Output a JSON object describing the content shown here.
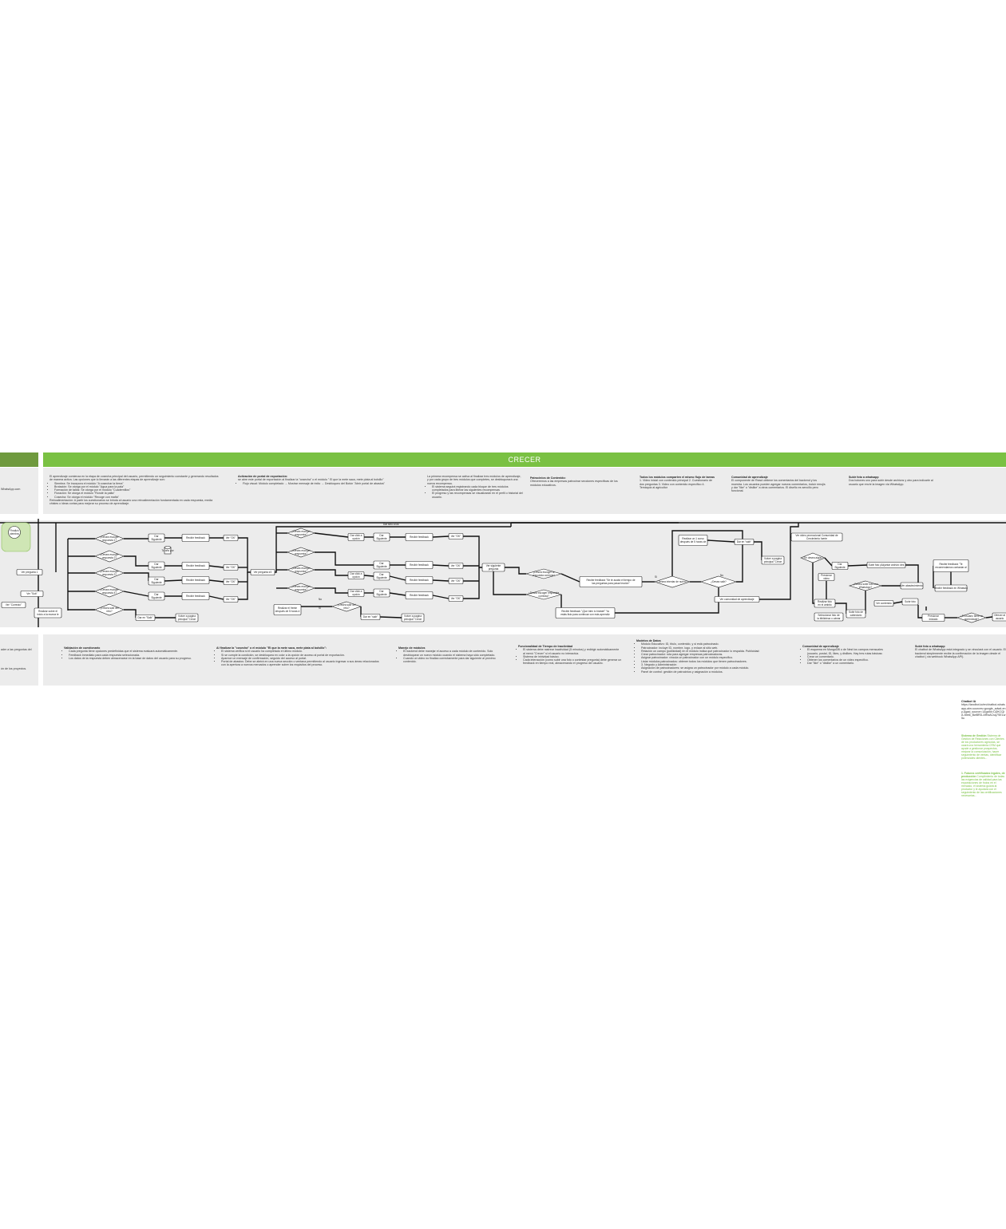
{
  "band": {
    "title": "CRECER"
  },
  "colors": {
    "accent": "#7ac143",
    "accent_dark": "#6f9a3e",
    "panel": "#ececec"
  },
  "left_edge": {
    "top_snippet": "WhatsApp.com",
    "bottom_snippet_1": "ader a las preguntas del",
    "bottom_snippet_2": "ón de los proyectos."
  },
  "top_notes": [
    {
      "heading": "",
      "body": "El aprendizaje comienza en la etapa de cosecha principal del usuario, permitiendo un seguimiento constante y generando resultados de manera activa. Las opciones que lo llevarán a las diferentes etapas de aprendizaje son:",
      "items": [
        "Siembra: Se incorpora el módulo \"A cosechar la tierra\"",
        "Brotación: Se otorga por el módulo \"Agua para la pala\"",
        "Formación de tallos: Se otorga por el módulo \"Cuadernillos\"",
        "Floración: Se otorga el módulo \"Rondé la palta\"",
        "Cosecha: Se otorga el módulo \"Recoge con mafia\""
      ],
      "footer": "Retroalimentación: A partir los cuestionarios se brinda al usuario una retroalimentación fundamentada en cada respuesta, media chistes o ideas cortas para mejorar su proceso de aprendizaje."
    },
    {
      "heading": "Activación de portal de exportación:",
      "body": "se abre este portal de exportación al finalizar la \"cosecha\" o el módulo \" El que la mete saca, mete plata al bolsillo\"",
      "items": [
        "Flujo visual: Módulo completado → Mostrar mensaje de éxito → Desbloqueo del Botón \"Abrir portal de abastos\""
      ],
      "footer": ""
    },
    {
      "heading": "",
      "body": "La primera recompensa se activa al finalizar tres módulos de aprendizaje, y por cada grupo de tres módulos que completes, se desbloqueará una nueva recompensa.",
      "items": [
        "El sistema seguirá registrando cada bloque de tres módulos completados para liberar las siguientes recompensas",
        "El progreso y las recompensas se visualizarán en el perfil o historial del usuario."
      ],
      "footer": ""
    },
    {
      "heading": "Patrocinios de Contenido:",
      "body": "Ofreceremos a las empresas patrocinar secciones específicas de los módulos educativos.",
      "items": [],
      "footer": ""
    },
    {
      "heading": "Todos los módulos comparten el mismo flujo de tareas",
      "body": "1. Video inicial con contenido principal 2. Cuestionario de dos preguntas 3. Video con contenido específico 4. Temáquiz al agricultor",
      "items": [],
      "footer": ""
    },
    {
      "heading": "Comunidad de aprendizaje",
      "body": "El componente de React obtiene los comentarios del backend y los muestra. Los usuarios pueden agregar nuevos comentarios, incluir emojis y dar \"like\" o \"dislike\" a otros comentarios. El diseño es sencillo pero funcional.",
      "items": [],
      "footer": ""
    },
    {
      "heading": "Subir foto a whatsapp",
      "body": "Dos botones uno para subir desde archivos y otro para indicarle al usuario que envíe la imagen via WhatsApp.",
      "items": [],
      "footer": ""
    }
  ],
  "bottom_notes": [
    {
      "heading": "Validación de cuestionario",
      "items": [
        "Cada pregunta tiene opciones predefinidas que el sistema evaluará automáticamente.",
        "Feedback inmediato para cada respuesta seleccionada.",
        "Los datos de la respuesta deben almacenarse en la base de datos del usuario para su progreso."
      ]
    },
    {
      "heading": "Al finalizar la \"cosecha\" o el módulo \"El que la mete saca, mete plata al bolsillo\":",
      "items": [
        "El sistema verifica si el usuario ha completado el último módulo.",
        "Si se cumple la condición, se desbloquea en color a la opción de acceso al portal de exportación.",
        "Aparece un mensaje de confirmación, seguido del acceso al portal.",
        "Portal de abastos: Debe se abrirá en una nueva sección o ventana permitiendo al usuario ingresar a sus áreas relacionados con la apertura a nuevos mercados o aprender sobre los requisitos del proceso."
      ]
    },
    {
      "heading": "Manejo de módulos",
      "items": [
        "El backend debe manejar el acceso a cada módulo de contenido. Solo desbloquear un nuevo módulo cuando el sistema haya sido completado.",
        "Cuando un video no finaliza correctamente para dar siguiente al próximo contenido."
      ]
    },
    {
      "heading": "Funcionalidad de Tiempo de Inactividad",
      "items": [
        "El sistema debe rastrear inactividad (5 minutos) y redirigir automáticamente al menú \"Crecer\" si el usuario no interactúa.",
        "Sistema de inhividad básico.",
        "Cada interacción (como subir una foto o contestar pregunta) debe generar un feedback en tiempo real, almacenando el progreso del usuario."
      ]
    },
    {
      "heading": "Modelos de Datos",
      "items": [
        "Módulo Educativo: ID, título, contenido, y si está patrocinado.",
        "Patrocinador: incluye ID, nombre, logo, y enlace al sitio web.",
        "Relación un campo (publicidad) en el módulo indica qué patrocinador lo respalda. Publicidad:",
        "Crear patrocinador: ruta para agregar empresas patrocinadoras.",
        "Asignar patrocinador: vincula un patrocinador con un módulo específico.",
        "Listar módulos patrocinados: obtener todos los módulos que tienen patrocinadores.",
        "3. Negocio y Administración",
        "Asignación de patrocinadores: se asigna un patrocinador por módulo a cada módulo.",
        "Panel de control: gestión de patrocinios y asignación a módulos."
      ]
    },
    {
      "heading": "Comunidad de aprendizaje",
      "items": [
        "El esquema en MongoDB o de Nest los campos mensuales (usuario, postal, ID, likes, y dislikes. Hay tres rutas básicas:",
        "Crear un comentario.",
        "Obtener los comentarios de un video específico.",
        "Dar \"like\" o \"dislike\" a un comentario."
      ]
    },
    {
      "heading": "Subir foto a whatsapp",
      "items": [
        "El chatbot de WhatsApp está integrado y se vinculará con el usuario. El backend simplemente recibe la confirmación de la imagen desde el chatbot ( via webhook WhatsApp API)."
      ]
    }
  ],
  "right_notes": {
    "chatbot_title": "Chatbot IA",
    "chatbot_body": "https://landbot.io/en/chatbot-whatsapp-alm-sources=google_adwd-eny-&gad_source=1&gclid=Cj0KCQiA-5bb6_BwBRD-ARIsACsq7SELw5u",
    "green_heading_1": "Sistema de Gestión",
    "green_body_1": "Sistema de Gestión de Relaciones con Clientes de los productores agrícolas, se usará una herramienta CRM que ayude a gestionar prospectos, mejorar la comunicación, hacer seguimiento de ventas, identificar potenciales clientes...",
    "green_heading_2": "1. Futuros certificados legales, de producción",
    "green_body_2": "Cumplimiento de todas las exigencias de calidad para las exportaciones de frutos en el mercado, el sistema guiará al productor y le ayudará con el seguimiento de las certificaciones necesarias..."
  },
  "diagram": {
    "nodes": [
      {
        "id": "start-left",
        "text": "Finalizó siembra"
      },
      {
        "id": "p1",
        "text": "Ver pregunta 1"
      },
      {
        "id": "p2",
        "text": "Ver \"Sub\""
      },
      {
        "id": "p3",
        "text": "Ver \"Correcto\""
      },
      {
        "id": "retro",
        "text": "Realizar sobre el inicio a la mueva lección"
      },
      {
        "id": "d1",
        "text": "¿Desea escoger respuesta 1?"
      },
      {
        "id": "d2",
        "text": "¿Desea escoger respuesta 2?"
      },
      {
        "id": "d3",
        "text": "¿Desea escoger respuesta 3?"
      },
      {
        "id": "d4",
        "text": "¿Desea escoger respuesta 4?"
      },
      {
        "id": "d5",
        "text": "¿Desea salir del reto?"
      },
      {
        "id": "s1",
        "text": "Dar Siguiente"
      },
      {
        "id": "s2",
        "text": "Dar Siguiente"
      },
      {
        "id": "s3",
        "text": "Dar Siguiente"
      },
      {
        "id": "s4",
        "text": "Dar Siguiente"
      },
      {
        "id": "db1",
        "text": "Tu año por temporada"
      },
      {
        "id": "f1",
        "text": "Recibir feedback"
      },
      {
        "id": "f2",
        "text": "Recibir feedback"
      },
      {
        "id": "f3",
        "text": "Recibir feedback"
      },
      {
        "id": "f4",
        "text": "Recibir feedback"
      },
      {
        "id": "ok1",
        "text": "Ver \"OK\""
      },
      {
        "id": "ok2",
        "text": "Ver \"OK\""
      },
      {
        "id": "ok3",
        "text": "Ver \"OK\""
      },
      {
        "id": "ok4",
        "text": "Ver \"OK\""
      },
      {
        "id": "exit",
        "text": "Dar en \"Salir\""
      },
      {
        "id": "home",
        "text": "Volver a pagina principal \"Crecer\""
      },
      {
        "id": "p2b",
        "text": "Ver pregunta #2"
      },
      {
        "id": "e1",
        "text": "¿Desea escoger respuesta?"
      },
      {
        "id": "e2",
        "text": "¿Desea escoger respuesta?"
      },
      {
        "id": "e3",
        "text": "¿Desea escoger respuesta?"
      },
      {
        "id": "e4",
        "text": "¿Desea escoger respuesta?"
      },
      {
        "id": "e5",
        "text": "¿Desea salir del reto?"
      },
      {
        "id": "v1",
        "text": "Dar click a opción"
      },
      {
        "id": "v2",
        "text": "Dar click a opción"
      },
      {
        "id": "v3",
        "text": "Dar click a opción"
      },
      {
        "id": "t1",
        "text": "Dar Siguiente"
      },
      {
        "id": "t2",
        "text": "Dar Siguiente"
      },
      {
        "id": "t3",
        "text": "Dar Siguiente"
      },
      {
        "id": "t4",
        "text": "Dar Siguiente"
      },
      {
        "id": "g1",
        "text": "Recibir feedback"
      },
      {
        "id": "g2",
        "text": "Recibir feedback"
      },
      {
        "id": "g3",
        "text": "Recibir feedback"
      },
      {
        "id": "g4",
        "text": "Recibir feedback"
      },
      {
        "id": "h1",
        "text": "Ver \"OK\""
      },
      {
        "id": "h2",
        "text": "Ver \"OK\""
      },
      {
        "id": "h3",
        "text": "Ver \"OK\""
      },
      {
        "id": "h4",
        "text": "Ver \"OK\""
      },
      {
        "id": "retro2",
        "text": "Realizar el frente después de 5 horas de inactividad"
      },
      {
        "id": "exit2",
        "text": "Dar en \"salir\""
      },
      {
        "id": "home2",
        "text": "Volver a pagina principal \"Crecer\""
      },
      {
        "id": "next",
        "text": "Ver siguiente pregunta"
      },
      {
        "id": "m1",
        "text": "¿Desea escoger la respuesta correcta?"
      },
      {
        "id": "m2",
        "text": "¿Desea escoger respuesta correcta?"
      },
      {
        "id": "fb-big",
        "text": "Recibir feedback \"Se te acabó el tiempo de las preguntas para pasar lección\""
      },
      {
        "id": "fb-big2",
        "text": "Recibir feedback \"¡Que bien lo hiciste!\" Ya estás listo para continuar con más aprendizaje"
      },
      {
        "id": "dq",
        "text": "¿Desea intentar de nuevo?"
      },
      {
        "id": "dq2",
        "text": "¿Desea salir?"
      },
      {
        "id": "retro3",
        "text": "Realizar un 1 curso después de 5 horas de inactividad"
      },
      {
        "id": "salir",
        "text": "Dar en \"salir\""
      },
      {
        "id": "volver",
        "text": "Volver a pagina principal \"Crecer\""
      },
      {
        "id": "ci",
        "text": "Ver video promocional Comunidad de Crecimiento fuerte"
      },
      {
        "id": "com",
        "text": "Ver comunidad de aprendizaje"
      },
      {
        "id": "q1",
        "text": "¿Se desea algún?"
      },
      {
        "id": "ql",
        "text": "Presionar video"
      },
      {
        "id": "sub",
        "text": "Dar Siguiente"
      },
      {
        "id": "foto",
        "text": "Subir foto (Adjuntar archivo desde la fuente)"
      },
      {
        "id": "wa",
        "text": "¿Desea subir foto con WhatsApp?"
      },
      {
        "id": "abast",
        "text": "Ver abastecimiento"
      },
      {
        "id": "ret4",
        "text": "Realizar foto en el ámbito"
      },
      {
        "id": "sel",
        "text": "Seleccionar foto de la biblioteca o cámara"
      },
      {
        "id": "subfoto",
        "text": "Subir foto de calendario"
      },
      {
        "id": "ok5",
        "text": "Ver contenido"
      },
      {
        "id": "subirfoto",
        "text": "Subir foto"
      },
      {
        "id": "wa2",
        "text": "Recibir feedback \"Te recomendamos contactar al sistema de un bot de la fuerza\""
      },
      {
        "id": "wa3",
        "text": "Recibir feedback en WhatsApp"
      },
      {
        "id": "pres",
        "text": "Presionar iniciado"
      },
      {
        "id": "ask",
        "text": "¿El usuario tiene un aprendizaje?"
      },
      {
        "id": "end",
        "text": "Ofrecer al usuario"
      }
    ],
    "edge_labels": {
      "yes": "Si",
      "no": "No",
      "timeout": "Dar sino a los"
    }
  }
}
